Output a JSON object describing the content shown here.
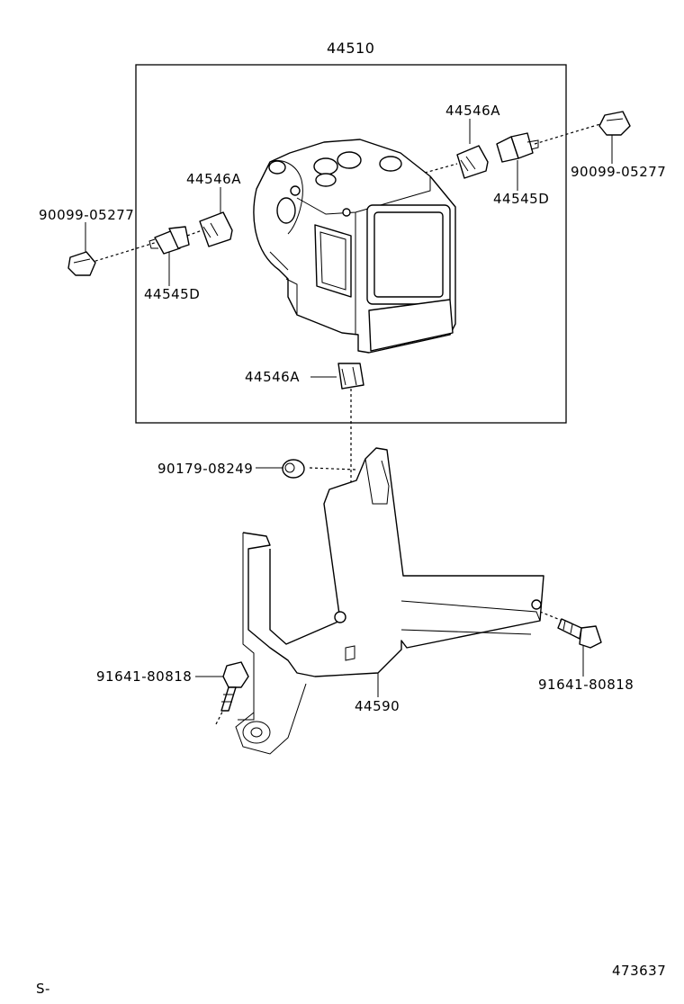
{
  "diagram": {
    "assembly_label": "44510",
    "labels": {
      "c44546a_top": "44546A",
      "c90099_right": "90099-05277",
      "c44546a_left": "44546A",
      "c90099_left": "90099-05277",
      "c44545d_right": "44545D",
      "c44545d_left": "44545D",
      "c44546a_bottom": "44546A",
      "c90179": "90179-08249",
      "c91641_left": "91641-80818",
      "c91641_right": "91641-80818",
      "c44590": "44590"
    },
    "footer_left": "S-",
    "footer_right": "473637"
  }
}
